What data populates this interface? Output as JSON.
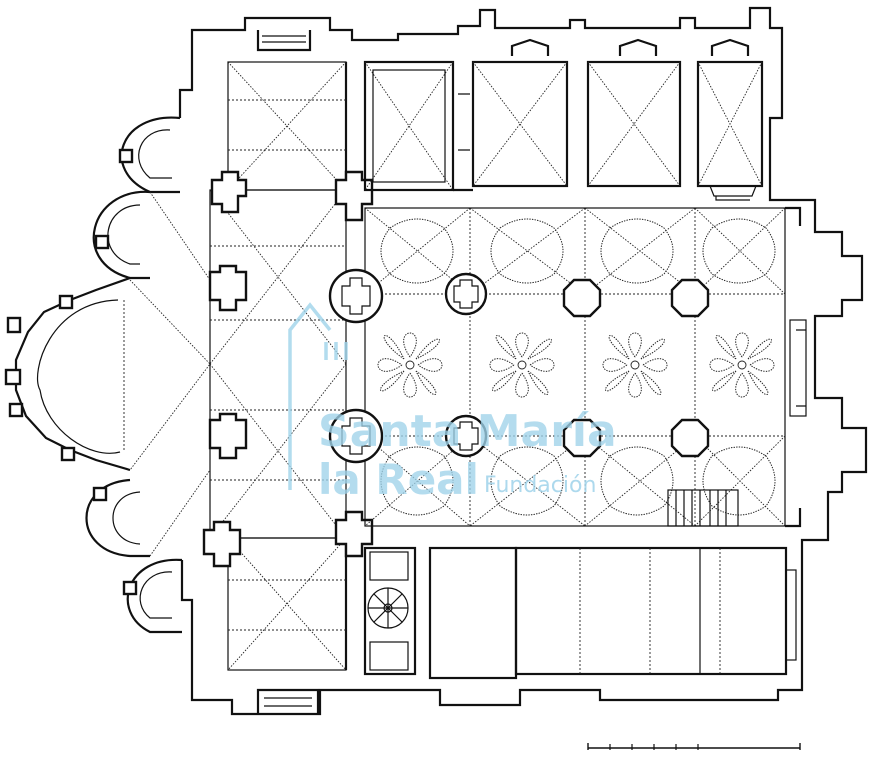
{
  "plan": {
    "scale_bar_divisions": 6,
    "line_color": "#111111",
    "background": "#ffffff"
  },
  "watermark": {
    "line1": "Santa María",
    "line2": "la Real",
    "line3": "Fundación",
    "color": "#9fd3ea"
  }
}
